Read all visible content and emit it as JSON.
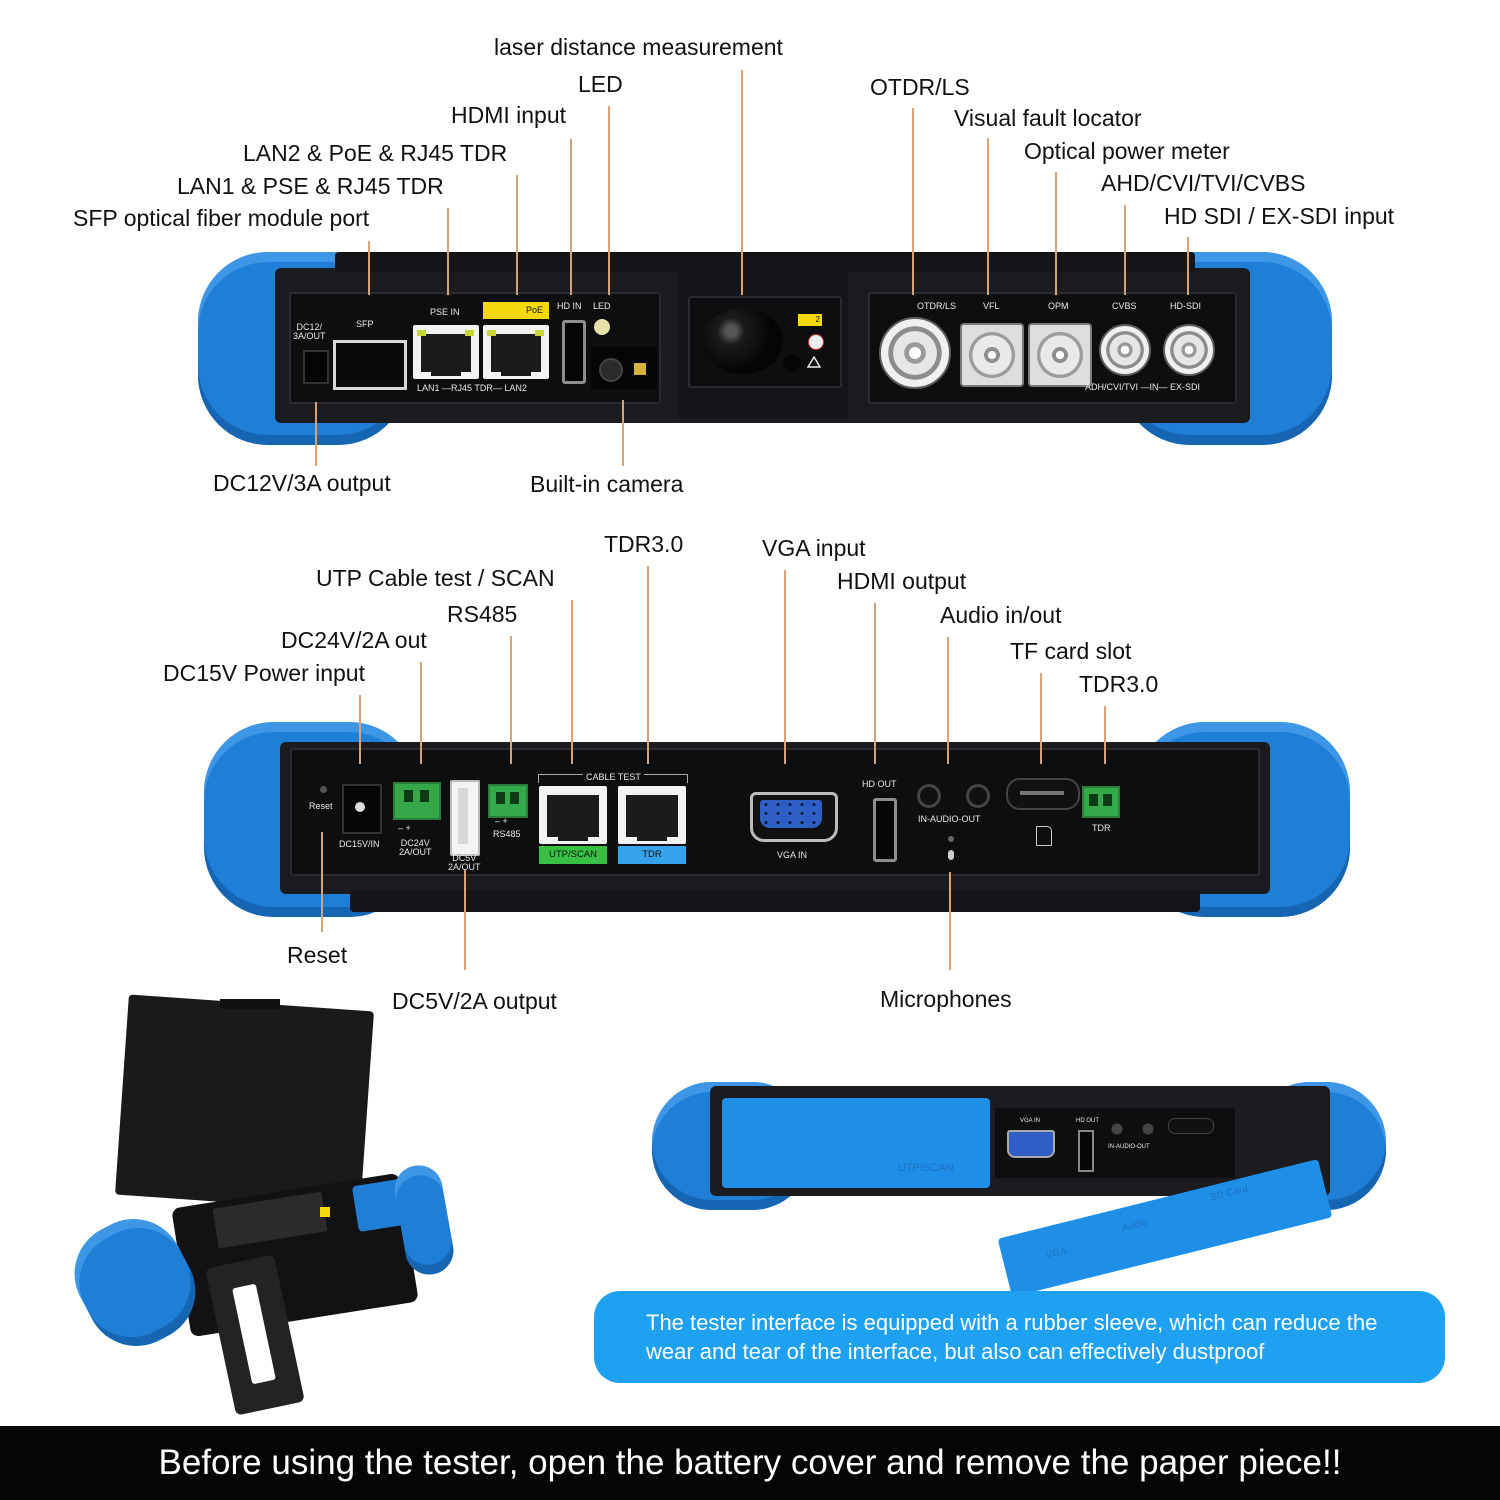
{
  "top_device": {
    "callouts": {
      "laser": "laser distance measurement",
      "led": "LED",
      "hdmi_in": "HDMI input",
      "lan2": "LAN2 & PoE & RJ45 TDR",
      "lan1": "LAN1 & PSE & RJ45 TDR",
      "sfp": "SFP optical fiber module port",
      "otdr": "OTDR/LS",
      "vfl": "Visual fault locator",
      "opm": "Optical power meter",
      "ahd": "AHD/CVI/TVI/CVBS",
      "sdi": "HD SDI / EX-SDI input",
      "dc12": "DC12V/3A output",
      "camera": "Built-in camera"
    },
    "panel_text": {
      "dc12": "DC12/\n3A/OUT",
      "sfp": "SFP",
      "pse_in": "PSE IN",
      "poe": "PoE",
      "hd_in": "HD IN",
      "led": "LED",
      "rj45_tdr": "LAN1 —RJ45 TDR— LAN2",
      "otdr": "OTDR/LS",
      "vfl": "VFL",
      "opm": "OPM",
      "cvbs": "CVBS",
      "hdsdi": "HD-SDI",
      "adh": "ADH/CVI/TVI —IN— EX-SDI",
      "laser_mark": "2"
    }
  },
  "bottom_device": {
    "callouts": {
      "tdr_top": "TDR3.0",
      "vga_in": "VGA input",
      "utp": "UTP Cable test / SCAN",
      "hdmi_out": "HDMI output",
      "rs485": "RS485",
      "audio": "Audio in/out",
      "dc24": "DC24V/2A out",
      "tf": "TF card slot",
      "dc15": "DC15V Power input",
      "tdr_right": "TDR3.0",
      "reset": "Reset",
      "dc5": "DC5V/2A output",
      "mic": "Microphones"
    },
    "panel_text": {
      "reset": "Reset",
      "dc15v": "DC15V/IN",
      "dc24v": "DC24V\n2A/OUT",
      "dc5v": "DC5V\n2A/OUT",
      "rs485": "RS485",
      "cable_test": "CABLE TEST",
      "utp_scan": "UTP/SCAN",
      "tdr": "TDR",
      "vga_in": "VGA IN",
      "hd_out": "HD OUT",
      "audio": "IN-AUDIO-OUT",
      "tdr_green": "TDR",
      "minus_plus": "–  +"
    }
  },
  "sleeve_photo": {
    "vga_in": "VGA IN",
    "hd_out": "HD OUT",
    "audio": "IN-AUDIO-OUT",
    "flap1": "UTP/SCAN",
    "flap2": "Audio",
    "flap3": "SD Card",
    "flap4": "VGA"
  },
  "caption": "The tester interface is equipped with a rubber sleeve, which can reduce the wear and tear of the interface, but also can effectively dustproof",
  "banner": "Before using the tester, open the battery cover and remove the paper piece!!",
  "colors": {
    "bumper": "#1f7fd6",
    "caption_bg": "#1fa1f1",
    "leader": "#d9a276",
    "banner_bg": "#050505"
  }
}
